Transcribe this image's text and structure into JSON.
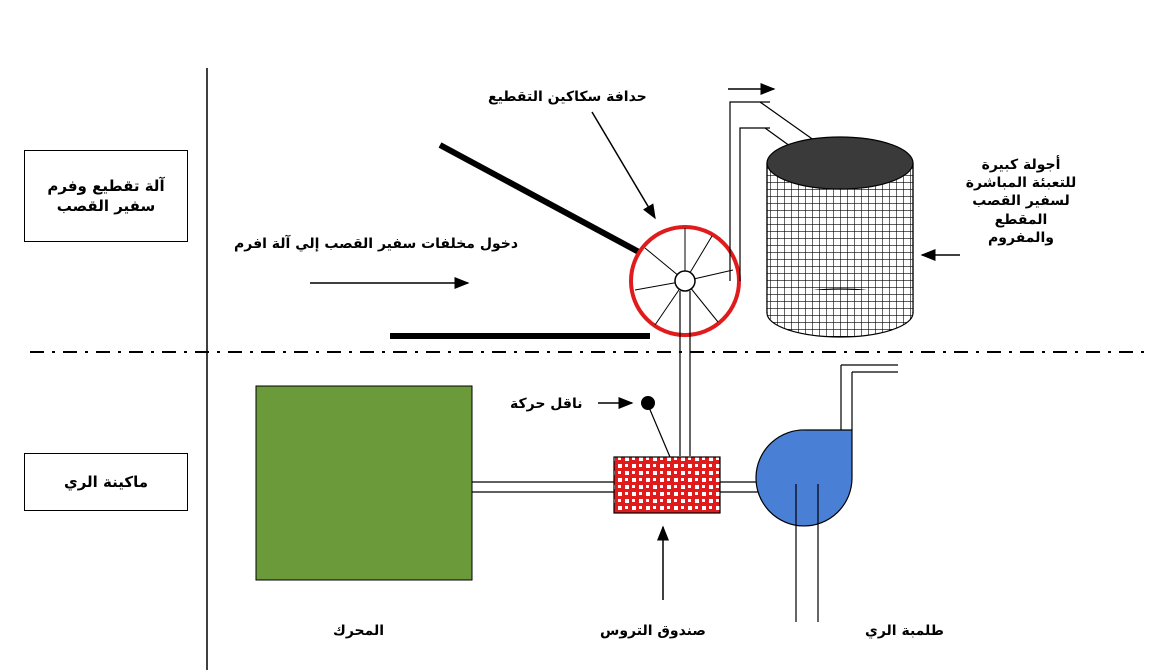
{
  "sections": {
    "top_label": "آلة تقطيع وفرم سفير القصب",
    "bottom_label": "ماكينة الري"
  },
  "labels": {
    "cutter_flywheel": "حدافة سكاكين التقطيع",
    "waste_entry": "دخول مخلفات سفير القصب إلي آلة افرم",
    "bags": [
      "أجولة كبيرة",
      "للتعبئة المباشرة",
      "لسفير القصب",
      "المقطع",
      "والمفروم"
    ],
    "motion_transmitter": "ناقل حركة",
    "engine": "المحرك",
    "gearbox": "صندوق التروس",
    "pump": "طلمبة الري"
  },
  "colors": {
    "engine": "#6a9a3a",
    "pump": "#4a7fd6",
    "flywheel_rim": "#e01b1b",
    "gearbox_check": "#e01b1b",
    "bag_top": "#3a3a3a"
  }
}
